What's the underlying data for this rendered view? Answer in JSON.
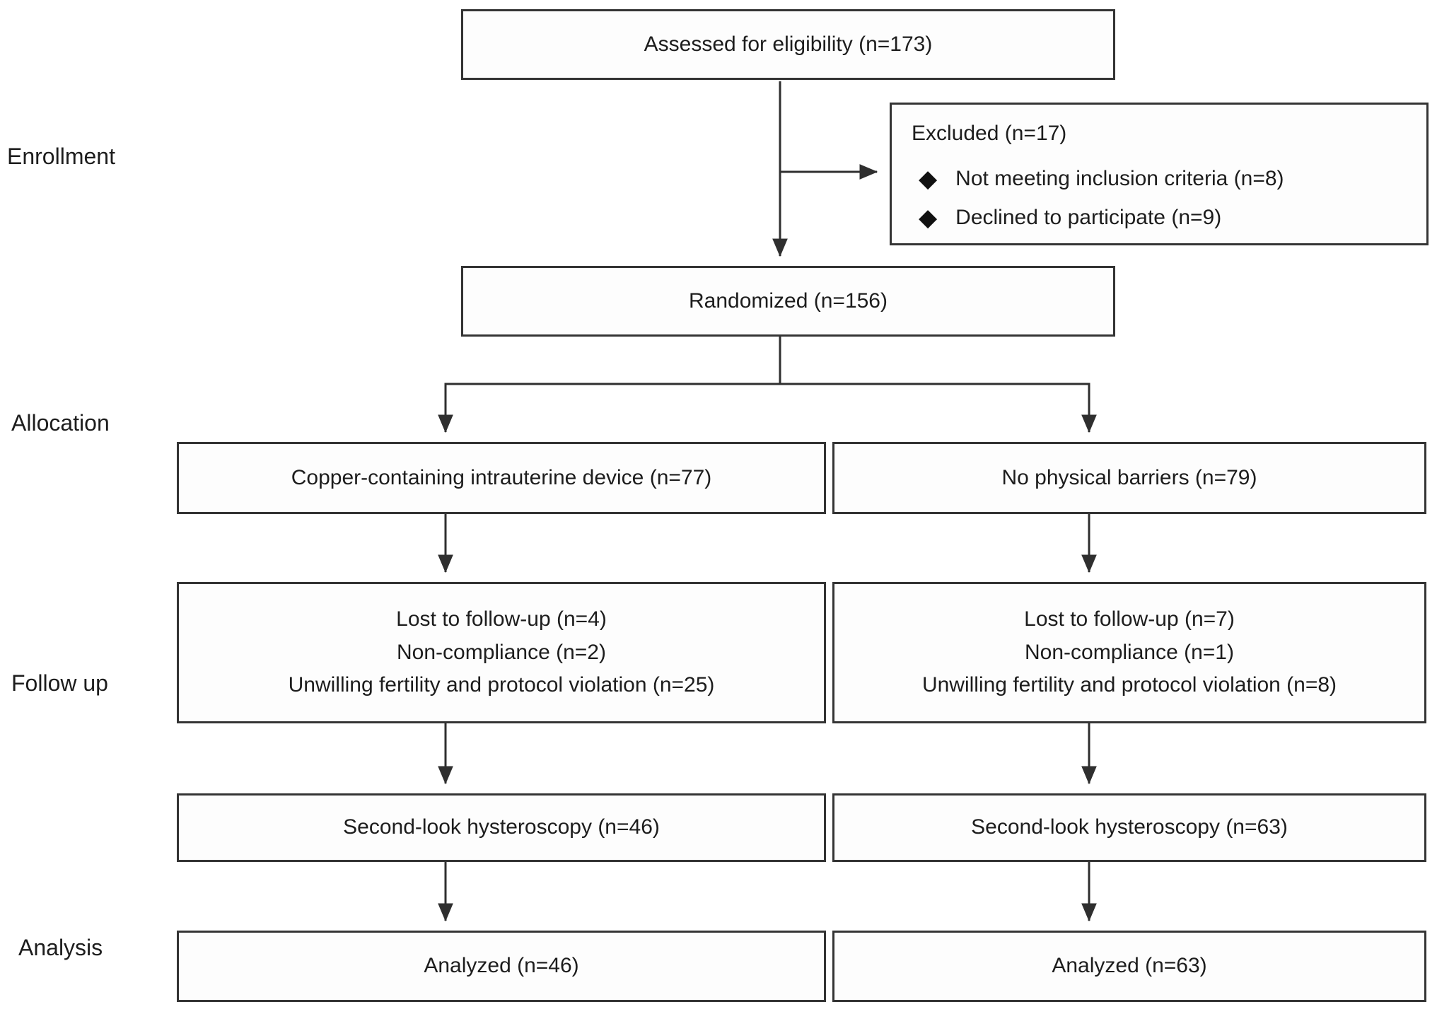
{
  "stages": {
    "enrollment": "Enrollment",
    "allocation": "Allocation",
    "followup": "Follow up",
    "analysis": "Analysis"
  },
  "boxes": {
    "assessed": {
      "label": "Assessed for eligibility (n=173)"
    },
    "excluded": {
      "title": "Excluded (n=17)",
      "bullet_icon": "◆",
      "items": [
        "Not meeting inclusion criteria (n=8)",
        "Declined to participate (n=9)"
      ]
    },
    "randomized": {
      "label": "Randomized (n=156)"
    },
    "allocation_left": {
      "label": "Copper-containing intrauterine device (n=77)"
    },
    "allocation_right": {
      "label": "No physical barriers (n=79)"
    },
    "followup_left": {
      "lines": [
        "Lost to follow-up (n=4)",
        "Non-compliance (n=2)",
        "Unwilling fertility and protocol violation (n=25)"
      ]
    },
    "followup_right": {
      "lines": [
        "Lost to follow-up (n=7)",
        "Non-compliance (n=1)",
        "Unwilling fertility and protocol violation (n=8)"
      ]
    },
    "hysteroscopy_left": {
      "label": "Second-look hysteroscopy (n=46)"
    },
    "hysteroscopy_right": {
      "label": "Second-look hysteroscopy (n=63)"
    },
    "analyzed_left": {
      "label": "Analyzed (n=46)"
    },
    "analyzed_right": {
      "label": "Analyzed (n=63)"
    }
  },
  "colors": {
    "line": "#2f2f2f",
    "border": "#343434",
    "text": "#1d1d1d",
    "background": "#ffffff"
  }
}
